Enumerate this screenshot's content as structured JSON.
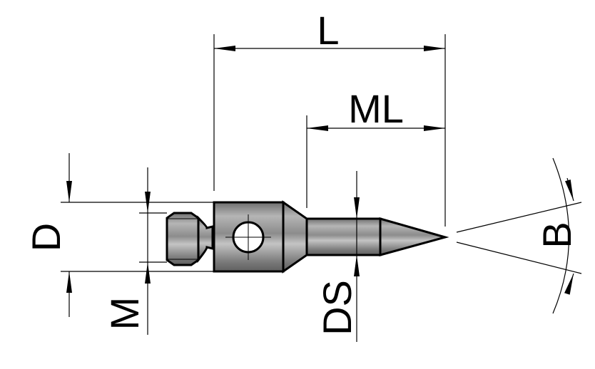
{
  "labels": {
    "L": "L",
    "ML": "ML",
    "D": "D",
    "M": "M",
    "DS": "DS",
    "B": "B"
  },
  "colors": {
    "line": "#000000",
    "metal": "#8a8a8a"
  }
}
